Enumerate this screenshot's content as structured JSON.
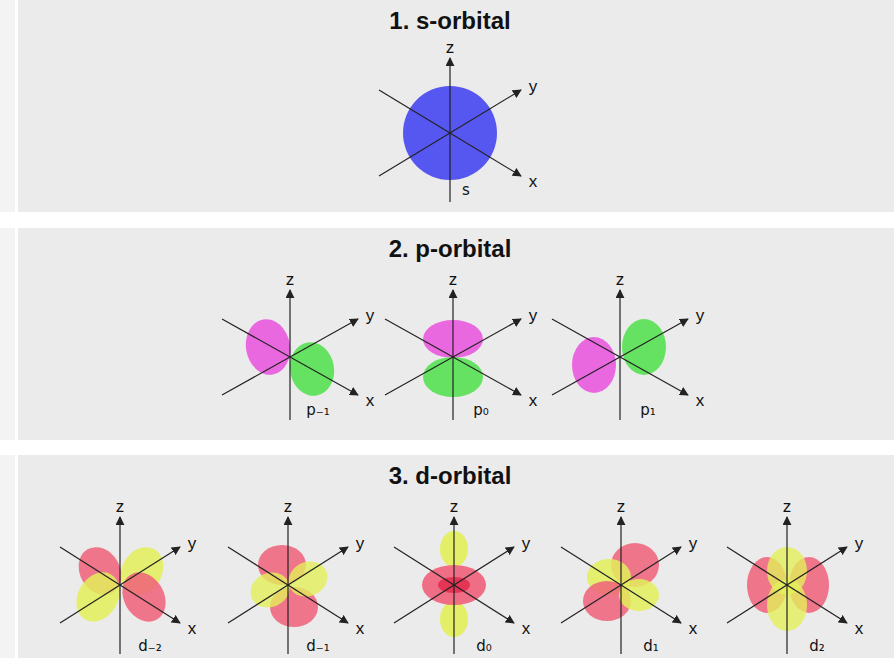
{
  "diagram": {
    "nodes": [
      {
        "text": [
          "1. s-orbital"
        ]
      },
      {
        "text": [
          "2. p-orbital"
        ]
      },
      {
        "text": [
          "3. d-orbital"
        ]
      }
    ],
    "labels": [
      "z",
      "y",
      "x",
      "s",
      "z",
      "y",
      "x",
      "p₋₁",
      "z",
      "y",
      "x",
      "p₀",
      "z",
      "y",
      "x",
      "p₁",
      "z",
      "y",
      "x",
      "d₋₂",
      "z",
      "y",
      "x",
      "d₋₁",
      "z",
      "y",
      "x",
      "d₀",
      "z",
      "y",
      "x",
      "d₁",
      "z",
      "y",
      "x",
      "d₂"
    ]
  }
}
